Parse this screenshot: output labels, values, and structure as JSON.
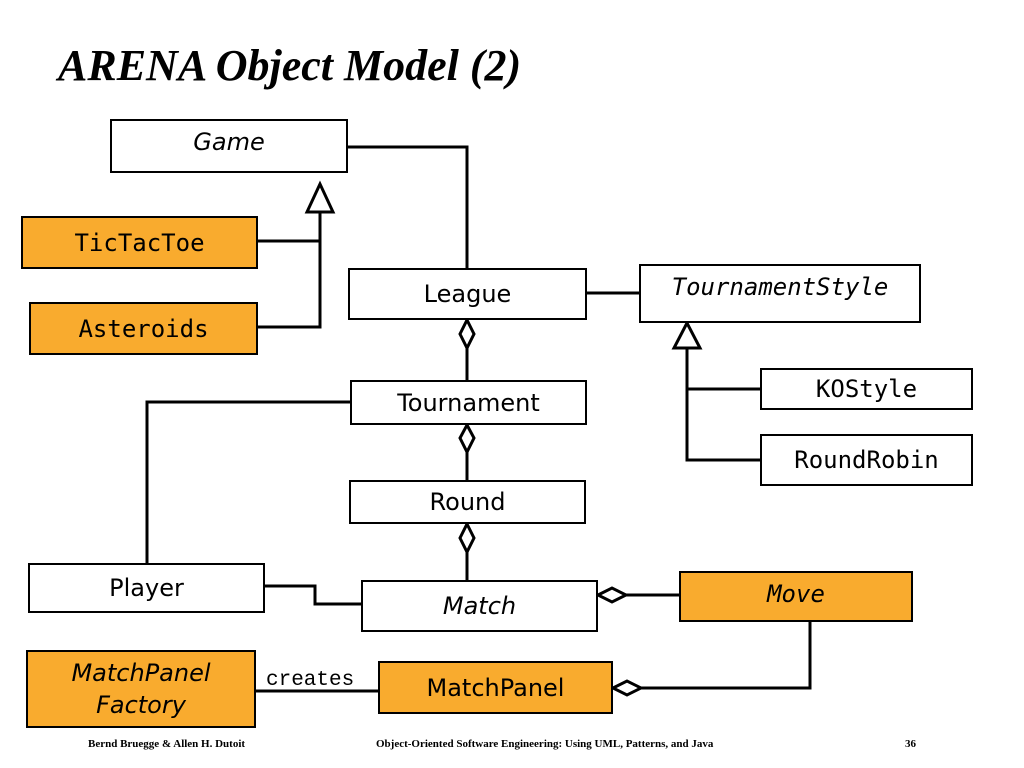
{
  "title": "ARENA Object Model (2)",
  "classes": {
    "game": "Game",
    "tictactoe": "TicTacToe",
    "asteroids": "Asteroids",
    "league": "League",
    "tournament_style": "TournamentStyle",
    "ko_style": "KOStyle",
    "round_robin": "RoundRobin",
    "tournament": "Tournament",
    "round": "Round",
    "player": "Player",
    "match": "Match",
    "move": "Move",
    "match_panel_factory_line1": "MatchPanel",
    "match_panel_factory_line2": "Factory",
    "match_panel": "MatchPanel"
  },
  "dependency_label": "creates",
  "footer": {
    "authors": "Bernd Bruegge & Allen H. Dutoit",
    "book": "Object-Oriented Software Engineering: Using UML, Patterns, and Java",
    "page": "36"
  },
  "colors": {
    "highlight": "#f9ab2e",
    "line": "#000000",
    "background": "#ffffff"
  }
}
